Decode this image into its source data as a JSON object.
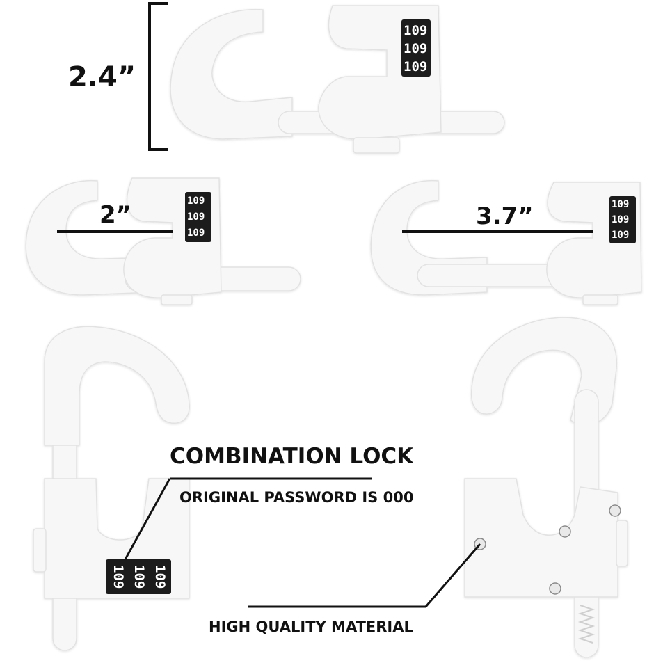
{
  "measurements": {
    "height_label": "2.4”",
    "min_span_label": "2”",
    "max_span_label": "3.7”"
  },
  "lock_dials": {
    "top_rows": [
      "109",
      "109",
      "109"
    ],
    "mid_left_rows": [
      "109",
      "109",
      "109"
    ],
    "mid_right_rows": [
      "109",
      "109",
      "109"
    ],
    "front_columns": [
      "109",
      "109",
      "109"
    ]
  },
  "callouts": {
    "combination_title": "COMBINATION LOCK",
    "combination_note": "ORIGINAL PASSWORD IS 000",
    "material_note": "HIGH QUALITY MATERIAL"
  },
  "colors": {
    "background": "#ffffff",
    "product": "#f7f7f7",
    "product_edge": "#e2e2e2",
    "text": "#111111",
    "dial": "#1c1c1c"
  }
}
